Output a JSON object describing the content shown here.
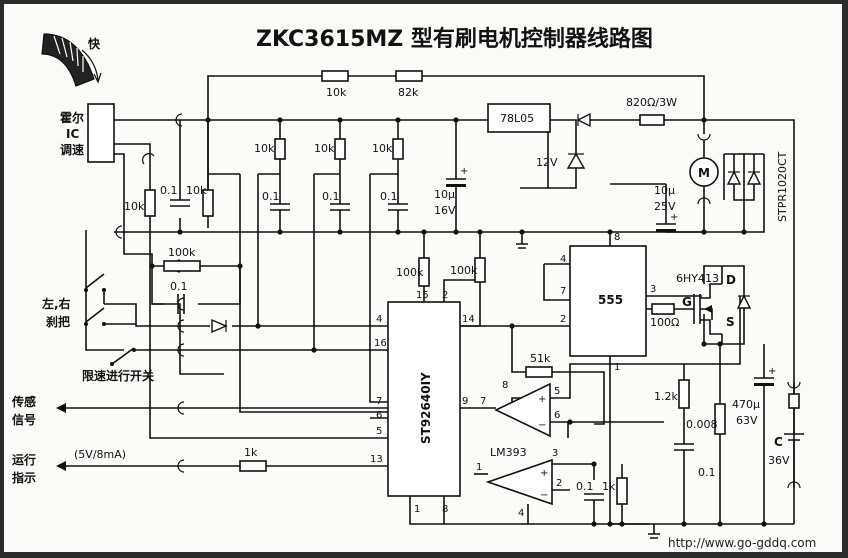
{
  "title": "ZKC3615MZ 型有刷电机控制器线路图",
  "watermark": "http://www.go-gddq.com",
  "ics": {
    "main": "ST92640IY",
    "timer": "555",
    "comparator": "LM393",
    "regulator": "78L05",
    "mosfet": "6HY413",
    "diode_pack": "STPR1020CT",
    "motor": "M"
  },
  "labels": {
    "fast": "快",
    "hall_l1": "霍尔",
    "hall_l2": "IC",
    "hall_l3": "调速",
    "handlebar_l1": "左,右",
    "handlebar_l2": "刹把",
    "speed_limit_switch": "限速进行开关",
    "sensor_l1": "传感",
    "sensor_l2": "信号",
    "run_l1": "运行",
    "run_l2": "指示",
    "run_spec": "(5V/8mA)"
  },
  "values": {
    "r_top1": "10k",
    "r_top2": "82k",
    "r_pow": "820Ω/3W",
    "zener": "12V",
    "r_a": "10k",
    "r_b": "10k",
    "r_c": "10k",
    "c_a": "0.1",
    "c_b": "0.1",
    "c_c": "0.1",
    "c_elec1_v": "10μ",
    "c_elec1_volt": "16V",
    "c_elec2_v": "10μ",
    "c_elec2_volt": "25V",
    "r_hall": "10k",
    "c_hall": "0.1",
    "r_hall2": "10k",
    "r_100k_a": "100k",
    "c_01_lower": "0.1",
    "r_100k_b": "100k",
    "r_100k_c": "100k",
    "r_51k": "51k",
    "r_100": "100Ω",
    "r_12k": "1.2k",
    "r_shunt": "0.008",
    "c_01_right": "0.1",
    "c_470": "470μ",
    "c_470_volt": "63V",
    "c_01_bottom": "0.1",
    "r_1k_bottom": "1k",
    "r_1k_run": "1k",
    "batt_c": "C",
    "batt_volt": "36V",
    "mos_d": "D",
    "mos_g": "G",
    "mos_s": "S"
  },
  "pins": {
    "st_15": "15",
    "st_2": "2",
    "st_4": "4",
    "st_14": "14",
    "st_16": "16",
    "st_7": "7",
    "st_6": "6",
    "st_5": "5",
    "st_9": "9",
    "st_13": "13",
    "st_1": "1",
    "st_8": "8",
    "t_8": "8",
    "t_4": "4",
    "t_7": "7",
    "t_3": "3",
    "t_2": "2",
    "t_1": "1",
    "cmpA_8": "8",
    "cmpA_5": "5",
    "cmpA_6": "6",
    "cmpA_7": "7",
    "cmpB_1": "1",
    "cmpB_3": "3",
    "cmpB_2": "2",
    "cmpB_4": "4"
  }
}
